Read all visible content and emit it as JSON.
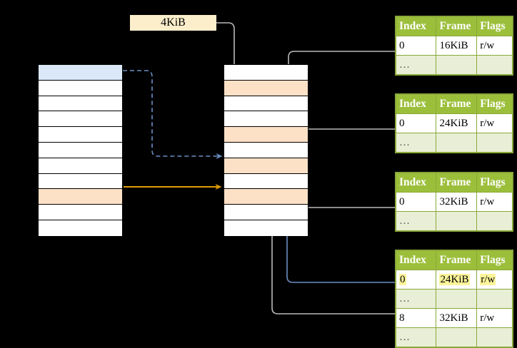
{
  "diagram": {
    "title_chip": {
      "label": "4KiB"
    },
    "left_table": {
      "name": "virtual-address-space",
      "rows": [
        {
          "fill": "blue"
        },
        {
          "fill": "plain"
        },
        {
          "fill": "plain"
        },
        {
          "fill": "plain"
        },
        {
          "fill": "plain"
        },
        {
          "fill": "plain"
        },
        {
          "fill": "plain"
        },
        {
          "fill": "plain"
        },
        {
          "fill": "peach"
        },
        {
          "fill": "plain"
        },
        {
          "fill": "plain"
        }
      ]
    },
    "middle_table": {
      "name": "physical-memory",
      "rows": [
        {
          "fill": "plain"
        },
        {
          "fill": "peach"
        },
        {
          "fill": "plain"
        },
        {
          "fill": "plain"
        },
        {
          "fill": "peach"
        },
        {
          "fill": "plain"
        },
        {
          "fill": "peach"
        },
        {
          "fill": "plain"
        },
        {
          "fill": "peach"
        },
        {
          "fill": "plain"
        },
        {
          "fill": "plain"
        }
      ]
    },
    "page_tables": [
      {
        "name": "page-table-1",
        "headers": [
          "Index",
          "Frame",
          "Flags"
        ],
        "rows": [
          {
            "type": "data",
            "cells": [
              "0",
              "16KiB",
              "r/w"
            ],
            "highlight": false
          },
          {
            "type": "ellipsis",
            "cells": [
              "…",
              "",
              ""
            ],
            "highlight": false
          }
        ]
      },
      {
        "name": "page-table-2",
        "headers": [
          "Index",
          "Frame",
          "Flags"
        ],
        "rows": [
          {
            "type": "data",
            "cells": [
              "0",
              "24KiB",
              "r/w"
            ],
            "highlight": false
          },
          {
            "type": "ellipsis",
            "cells": [
              "…",
              "",
              ""
            ],
            "highlight": false
          }
        ]
      },
      {
        "name": "page-table-3",
        "headers": [
          "Index",
          "Frame",
          "Flags"
        ],
        "rows": [
          {
            "type": "data",
            "cells": [
              "0",
              "32KiB",
              "r/w"
            ],
            "highlight": false
          },
          {
            "type": "ellipsis",
            "cells": [
              "…",
              "",
              ""
            ],
            "highlight": false
          }
        ]
      },
      {
        "name": "page-table-4",
        "headers": [
          "Index",
          "Frame",
          "Flags"
        ],
        "rows": [
          {
            "type": "data",
            "cells": [
              "0",
              "24KiB",
              "r/w"
            ],
            "highlight": true
          },
          {
            "type": "ellipsis",
            "cells": [
              "…",
              "",
              ""
            ],
            "highlight": false
          },
          {
            "type": "data",
            "cells": [
              "8",
              "32KiB",
              "r/w"
            ],
            "highlight": false
          },
          {
            "type": "ellipsis",
            "cells": [
              "…",
              "",
              ""
            ],
            "highlight": false
          }
        ]
      }
    ],
    "colors": {
      "background": "#000000",
      "header_green": "#9cbf3b",
      "ellipsis_green": "#e9efd6",
      "border_green": "#8aa83a",
      "row_blue": "#dbe8f7",
      "row_peach": "#fde1c6",
      "chip_peach": "#fdeecb",
      "wire_gray": "#b3b3b3",
      "wire_blue": "#6b8fc4",
      "wire_orange": "#dd9b06",
      "text_highlight": "#fcf49a"
    },
    "connectors": [
      {
        "name": "chip-to-middle-row2",
        "style": "solid",
        "color": "#b3b3b3"
      },
      {
        "name": "left-blue-to-middle-row7",
        "style": "dashed",
        "color": "#6b8fc4"
      },
      {
        "name": "left-peach-to-middle-row9",
        "style": "solid",
        "color": "#dd9b06"
      },
      {
        "name": "pagetable1-to-middle-row5",
        "style": "solid",
        "color": "#b3b3b3"
      },
      {
        "name": "pagetable2-to-middle-row7",
        "style": "solid",
        "color": "#b3b3b3"
      },
      {
        "name": "pagetable3-to-middle-row9",
        "style": "solid",
        "color": "#b3b3b3"
      },
      {
        "name": "pagetable4-row8-to-middle-row9",
        "style": "solid",
        "color": "#b3b3b3"
      },
      {
        "name": "pagetable4-row0-to-middle-row7",
        "style": "solid",
        "color": "#6b8fc4"
      }
    ]
  }
}
